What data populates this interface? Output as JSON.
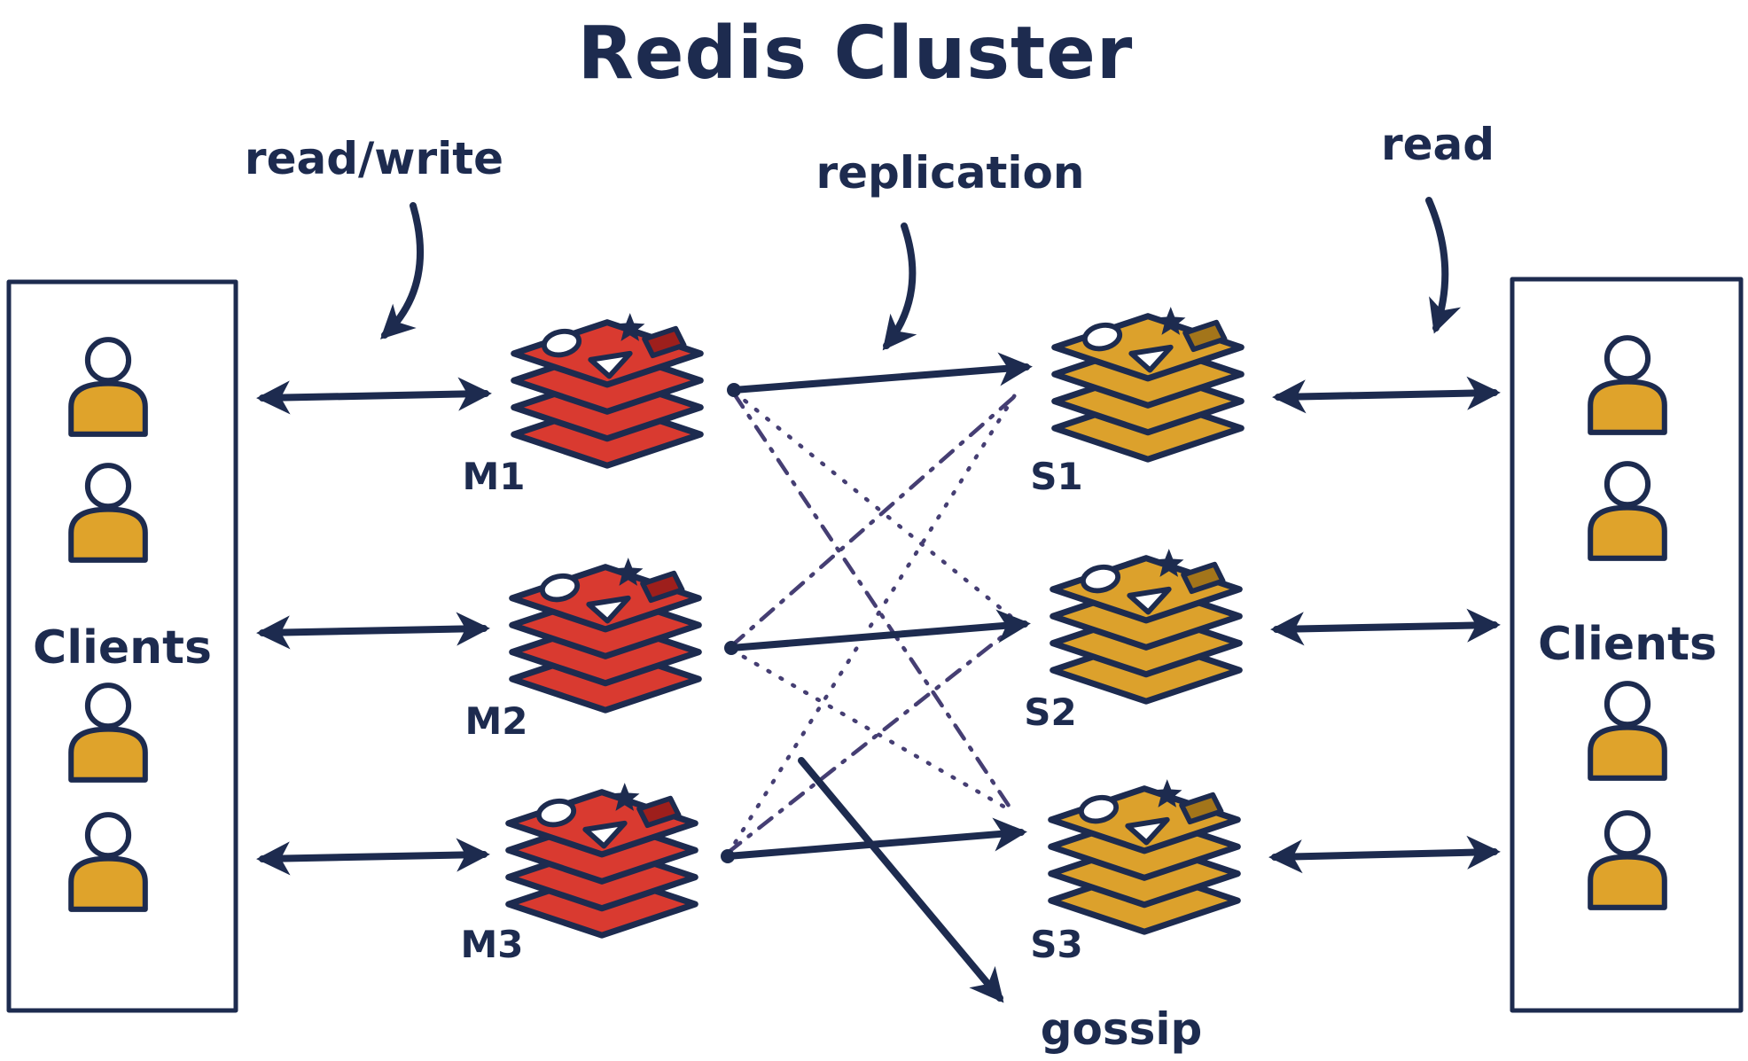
{
  "title": "Redis Cluster",
  "annotations": {
    "read_write": "read/write",
    "replication": "replication",
    "read": "read",
    "gossip": "gossip"
  },
  "client_groups": {
    "left": {
      "label": "Clients"
    },
    "right": {
      "label": "Clients"
    }
  },
  "nodes": {
    "masters": [
      {
        "label": "M1"
      },
      {
        "label": "M2"
      },
      {
        "label": "M3"
      }
    ],
    "replicas": [
      {
        "label": "S1"
      },
      {
        "label": "S2"
      },
      {
        "label": "S3"
      }
    ]
  },
  "edges": {
    "replication": [
      "M1→S1",
      "M2→S2",
      "M3→S3"
    ],
    "gossip": [
      "M1→S2",
      "M1→S3",
      "M2→S1",
      "M2→S3",
      "M3→S1",
      "M3→S2"
    ],
    "client_master": "read/write",
    "replica_client": "read"
  },
  "colors": {
    "ink": "#1d2b4f",
    "master_fill": "#d93a30",
    "master_accent": "#9e1f1c",
    "replica_fill": "#dca12c",
    "replica_accent": "#a3751a",
    "gossip_line": "#453e73",
    "background": "#ffffff"
  }
}
